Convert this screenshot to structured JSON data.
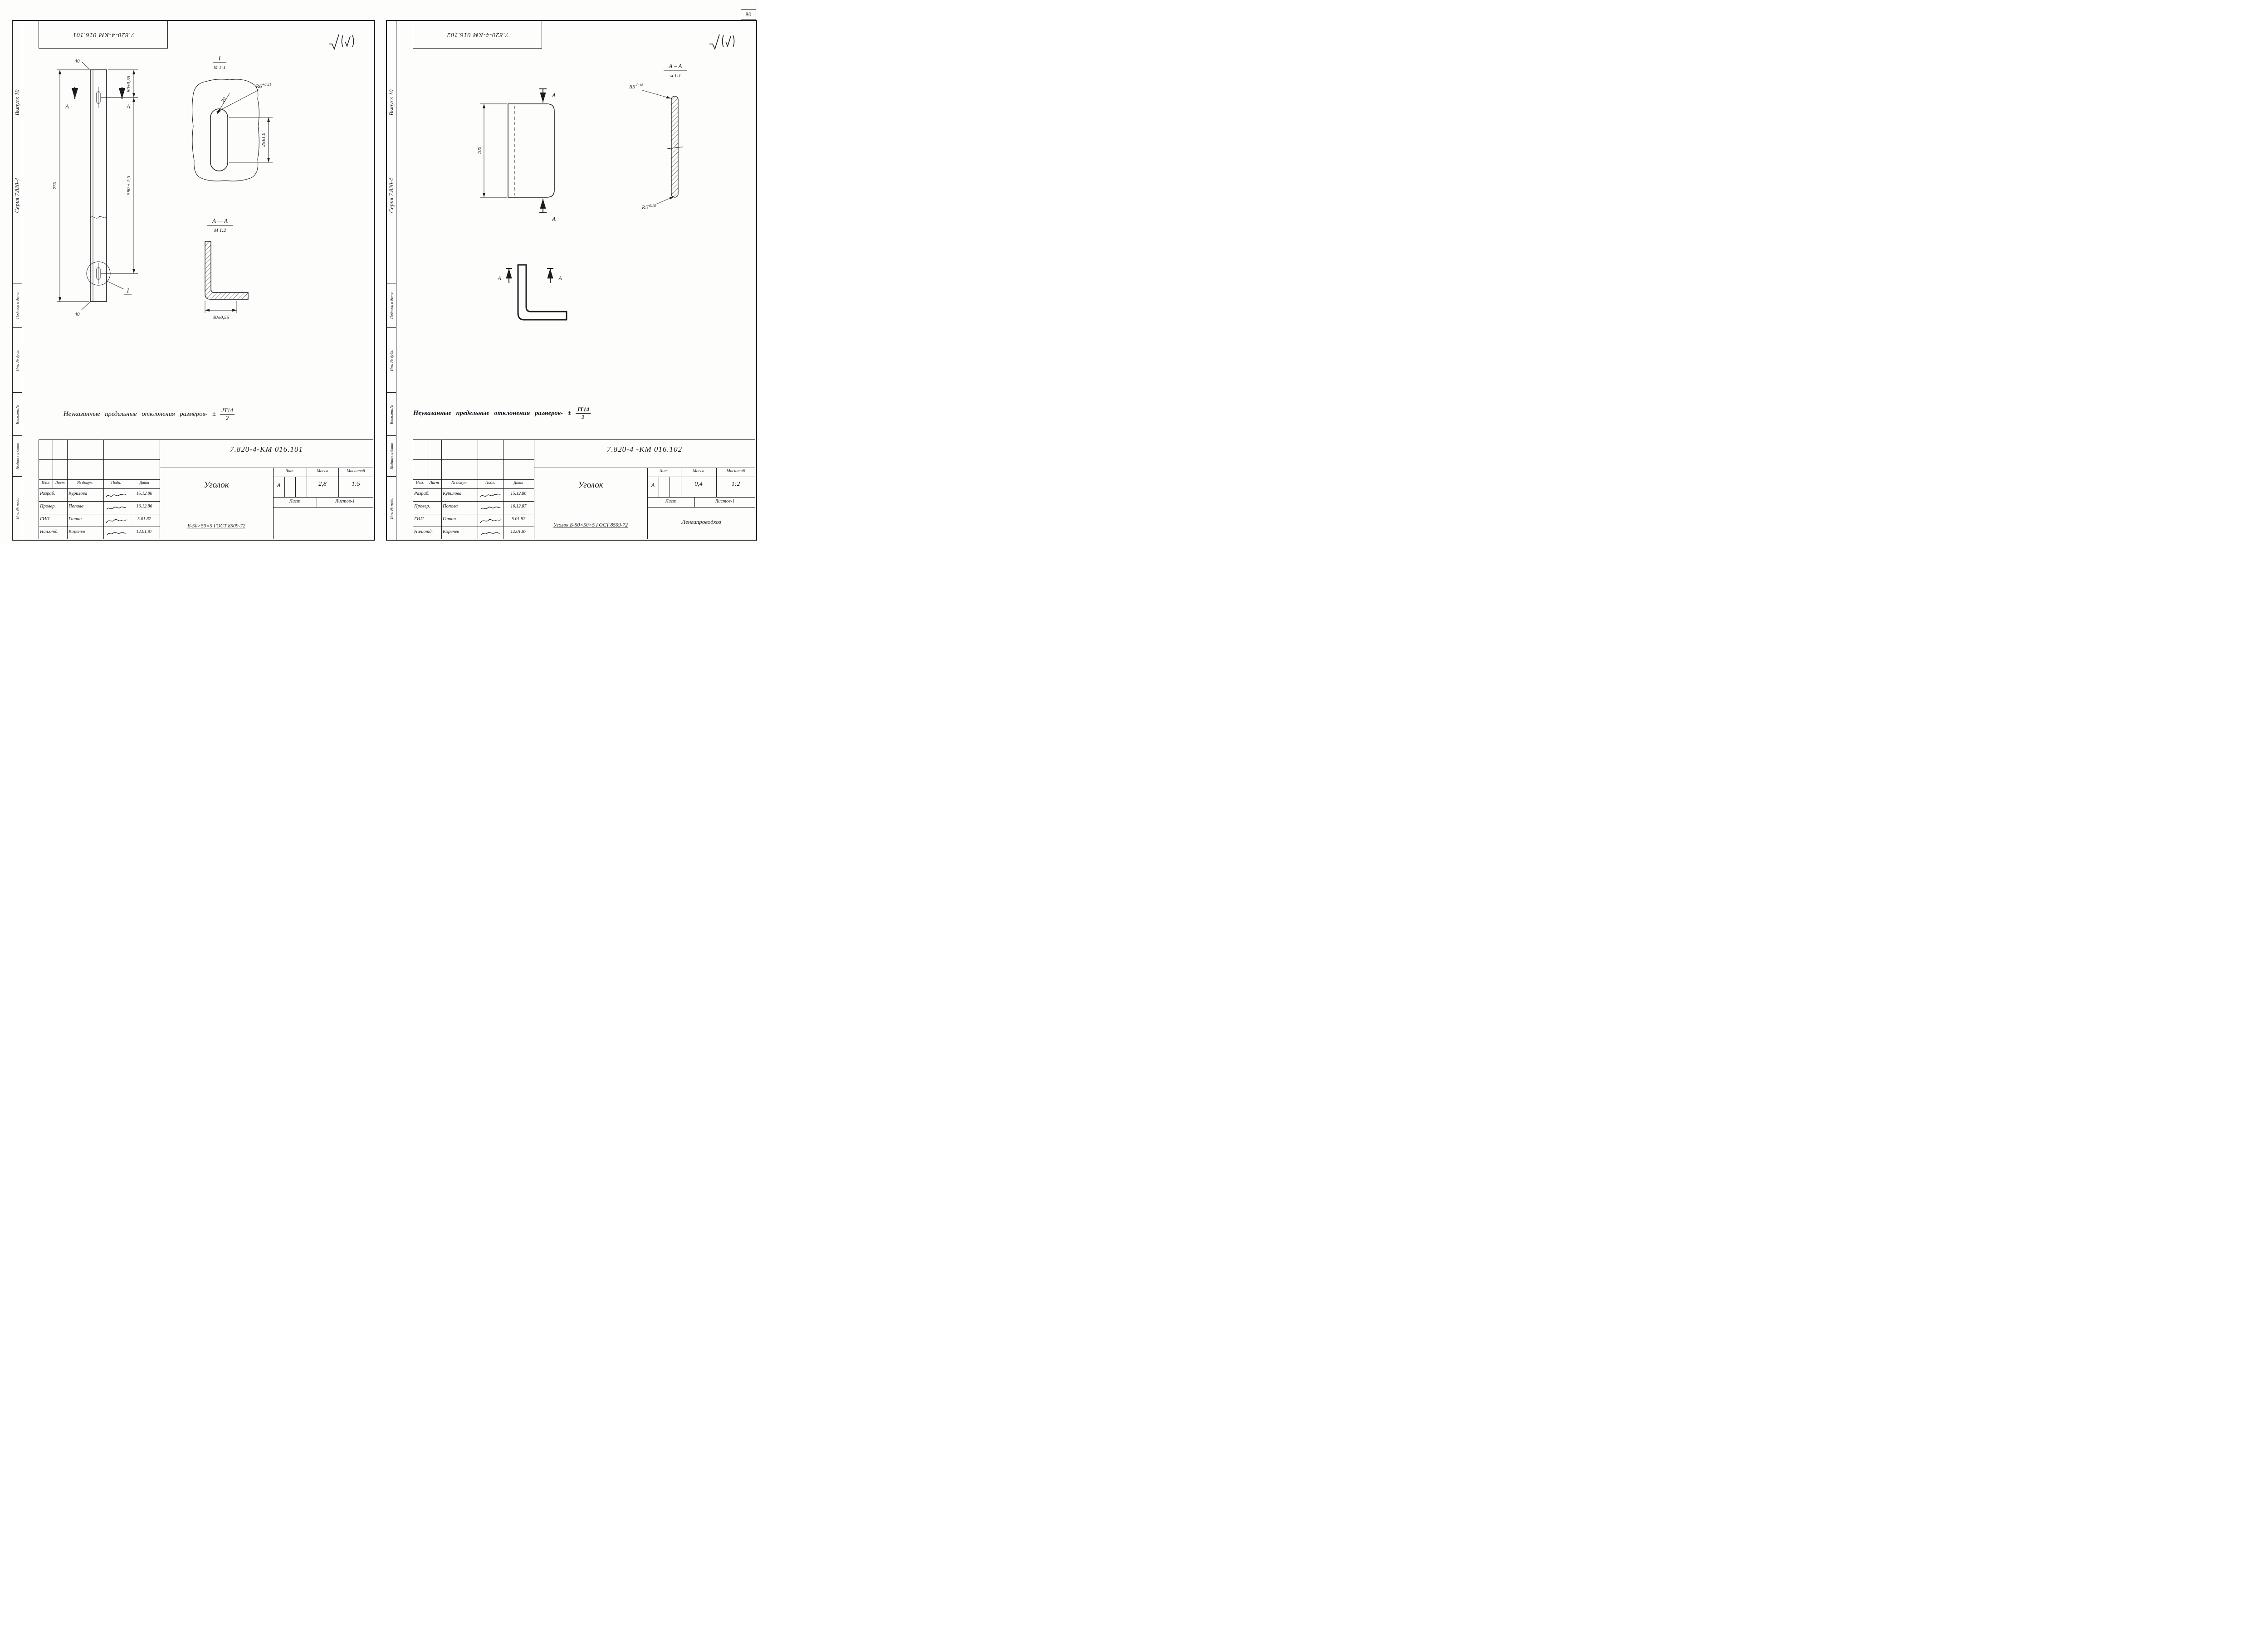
{
  "canvas": {
    "page_number": "80"
  },
  "shared": {
    "series": "Серия 7.820-4",
    "issue": "Выпуск 10",
    "margin_cells": [
      "Подпись и дата",
      "Инв. № дубл.",
      "Взам.инв.№",
      "Подпись и дата",
      "Инв. № подл."
    ],
    "note_text": "Неуказанные предельные отклонения размеров- ±",
    "note_frac_top": "JT14",
    "note_frac_bottom": "2",
    "staff_header": {
      "izm": "Изм.",
      "list": "Лист",
      "doc": "№ докум.",
      "sign": "Подп.",
      "date": "Дата"
    },
    "tb": {
      "lit": "Лит.",
      "mass": "Масса",
      "scale": "Масштаб",
      "sheet": "Лист",
      "sheets": "Листов-1"
    }
  },
  "left": {
    "stamp": "7.820-4-КМ 016.101",
    "doc_number": "7.820-4-КМ 016.101",
    "part_name": "Уголок",
    "material": "Б-50×50×5 ГОСТ 8509-72",
    "lit": "А",
    "mass": "2,8",
    "scale": "1:5",
    "staff_rows": [
      {
        "role": "Разраб.",
        "name": "Курилова",
        "date": "15.12.86"
      },
      {
        "role": "Провер.",
        "name": "Попова",
        "date": "16.12.86"
      },
      {
        "role": "ГИП",
        "name": "Гитин",
        "date": "5.01.87"
      },
      {
        "role": "Нач.отд.",
        "name": "Коренев",
        "date": "12.01.87"
      }
    ],
    "dims": {
      "d750": "750",
      "d590": "590 ± 1,6",
      "d80": "80±0,55",
      "d40": "40",
      "sec_letter": "А",
      "detail_ref": "I",
      "detail_title": "I",
      "detail_scale": "М 1:1",
      "r6": "R6",
      "r6_tol": "+0,21",
      "d20": "20",
      "d25": "25±1,6",
      "section_title": "А — А",
      "section_scale": "М 1:2",
      "d30": "30±0,55"
    }
  },
  "right": {
    "stamp": "7.820-4-КМ 016.102",
    "doc_number": "7.820-4 -КМ 016.102",
    "part_name": "Уголок",
    "material": "Уголок Б-50×50×5 ГОСТ 8509-72",
    "org": "Ленгипроводхоз",
    "lit": "А",
    "mass": "0,4",
    "scale": "1:2",
    "staff_rows": [
      {
        "role": "Разраб.",
        "name": "Курилова",
        "date": "15.12.86"
      },
      {
        "role": "Провер.",
        "name": "Попова",
        "date": "16.12.87"
      },
      {
        "role": "ГИП",
        "name": "Гитин",
        "date": "5.01.87"
      },
      {
        "role": "Нач.отд.",
        "name": "Коренев",
        "date": "12.01.87"
      }
    ],
    "dims": {
      "d100": "100",
      "sec_letter": "А",
      "section_title": "А – А",
      "section_scale": "м 1:1",
      "r5": "R5",
      "r5_tol": "-0,18"
    }
  }
}
